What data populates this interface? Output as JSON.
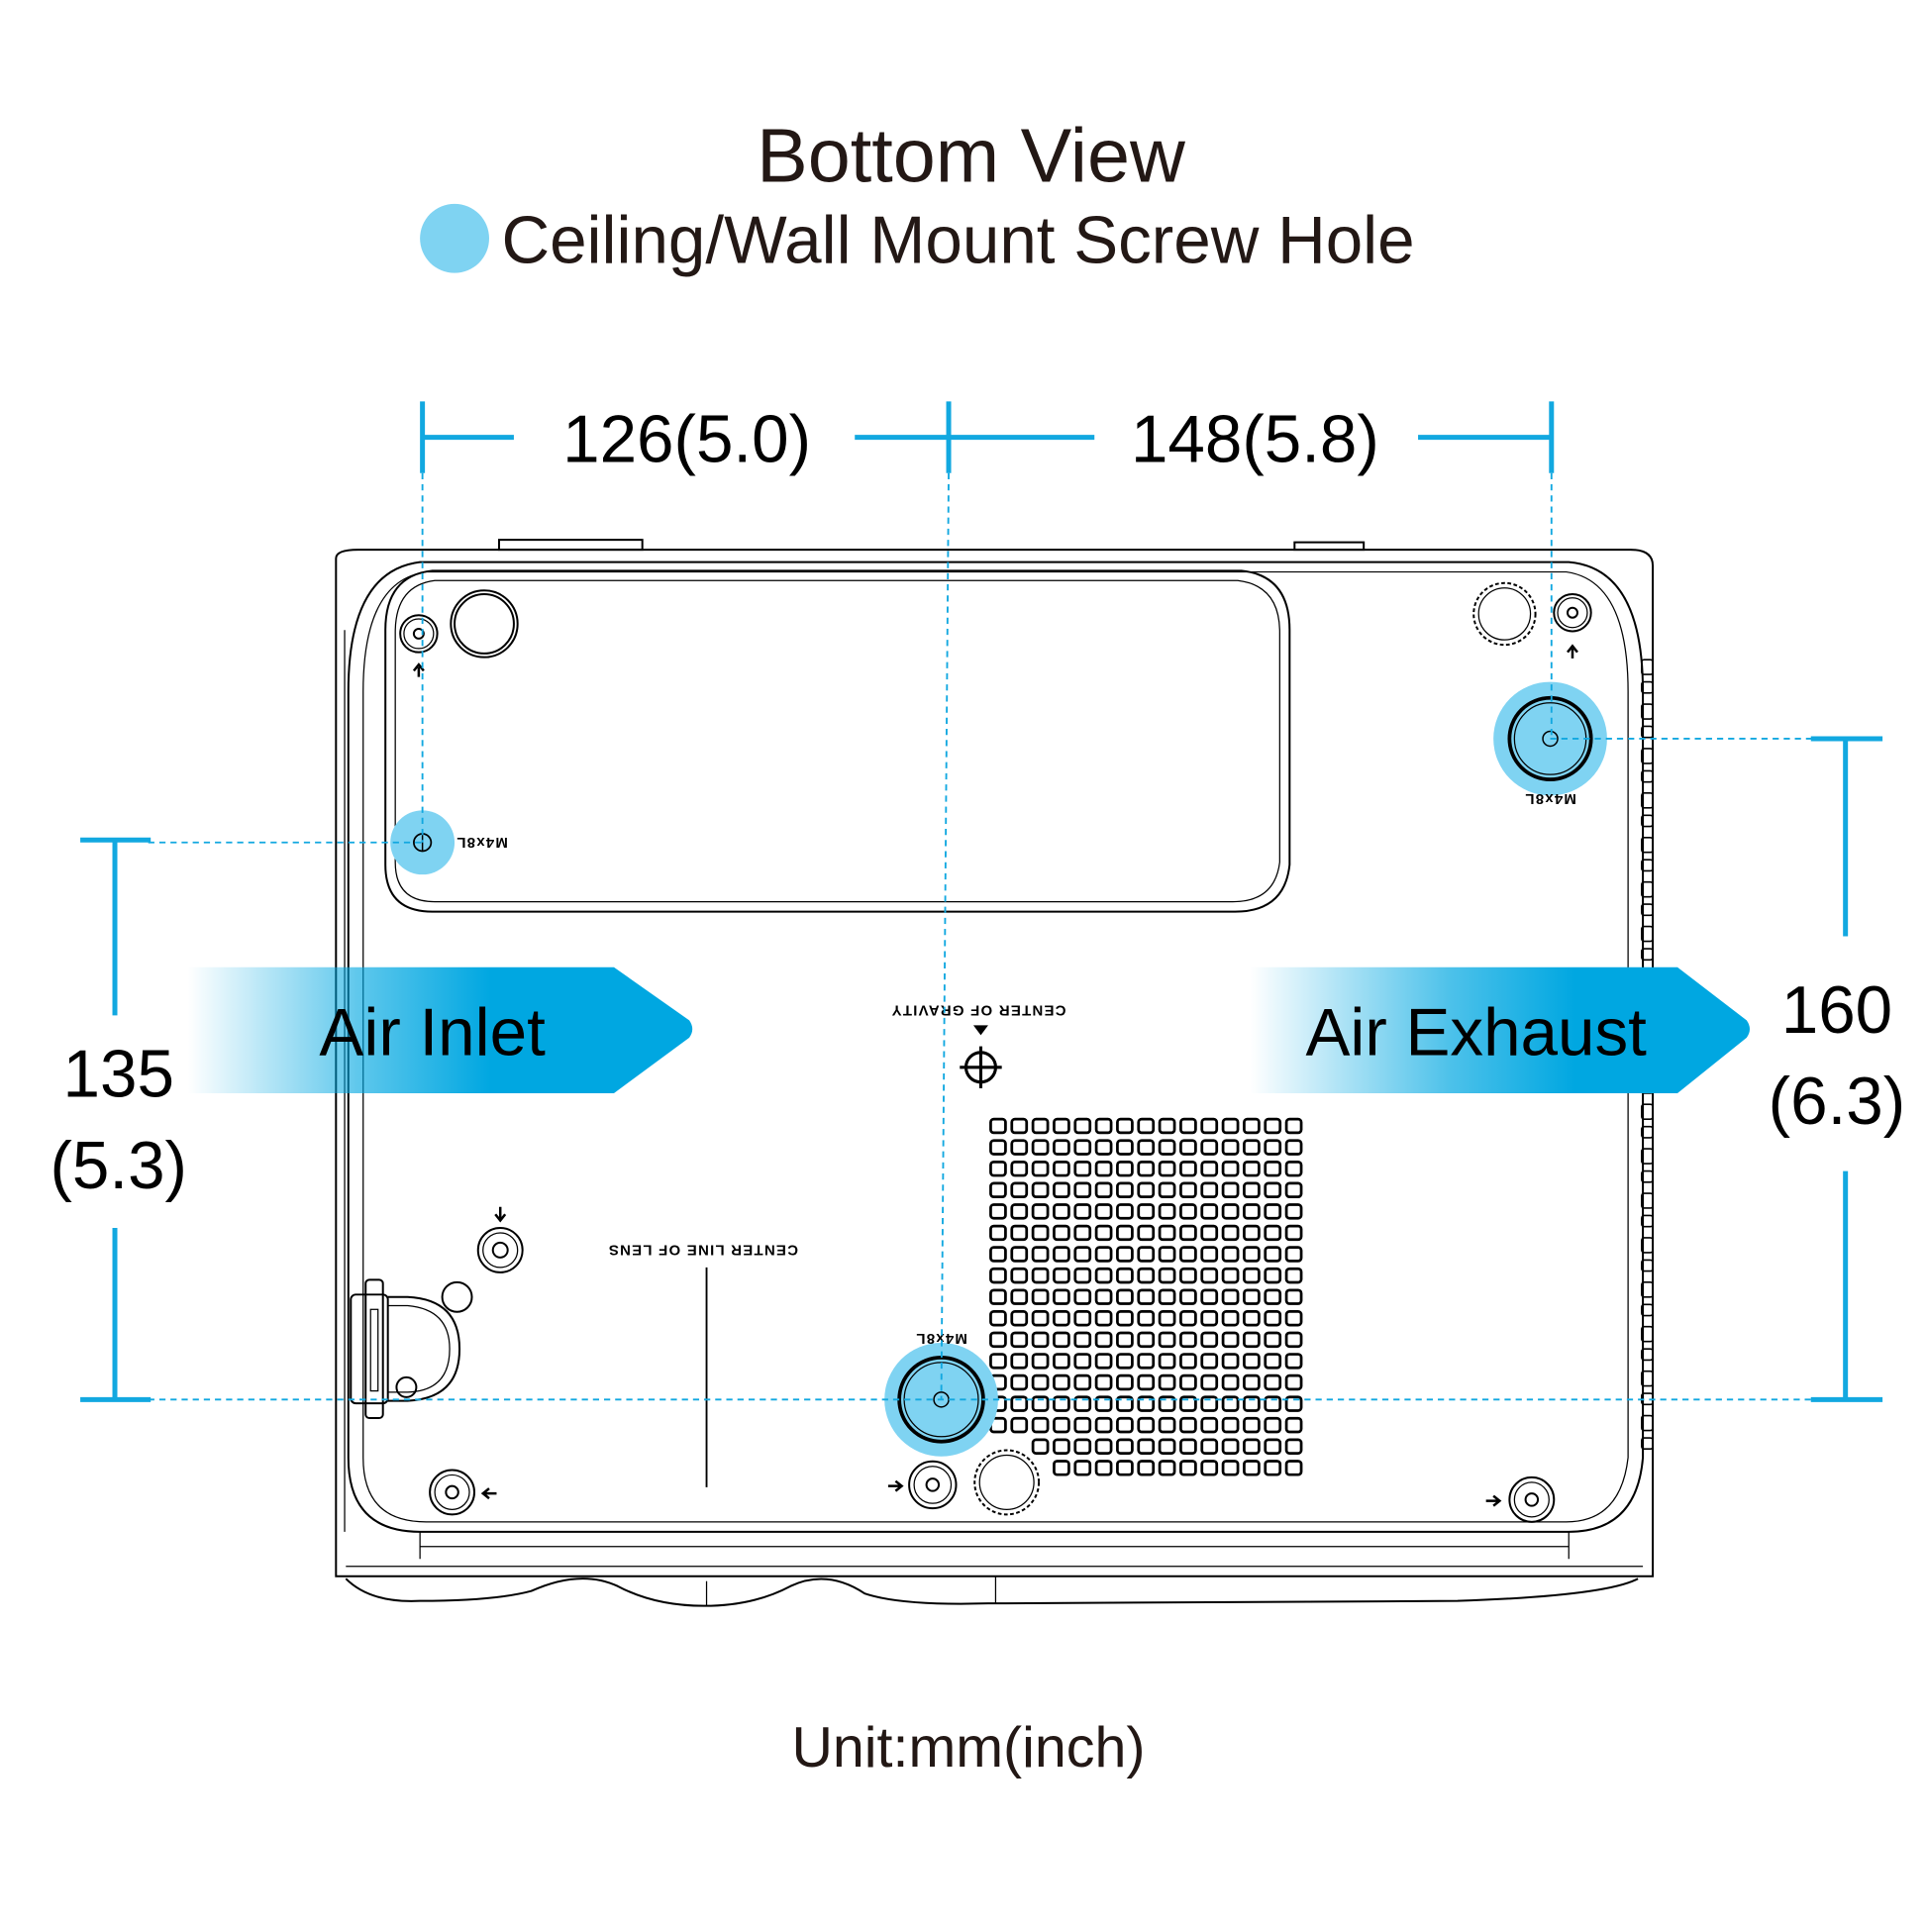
{
  "header": {
    "title": "Bottom View",
    "legend_label": "Ceiling/Wall Mount Screw Hole"
  },
  "dimensions": {
    "top_left": "126(5.0)",
    "top_right": "148(5.8)",
    "left_value": "135",
    "left_inch": "(5.3)",
    "right_value": "160",
    "right_inch": "(6.3)"
  },
  "airflow": {
    "inlet_label": "Air Inlet",
    "exhaust_label": "Air Exhaust"
  },
  "device_labels": {
    "center_of_gravity": "CENTER OF GRAVITY",
    "center_line_of_lens": "CENTER LINE OF LENS",
    "screw_spec": "M4x8L"
  },
  "footer": {
    "unit": "Unit:mm(inch)"
  },
  "colors": {
    "screw_hole": "#7fd3f2",
    "dimension_line": "#12a8e0",
    "arrow_blue": "#00a7e1",
    "text": "#231815"
  }
}
